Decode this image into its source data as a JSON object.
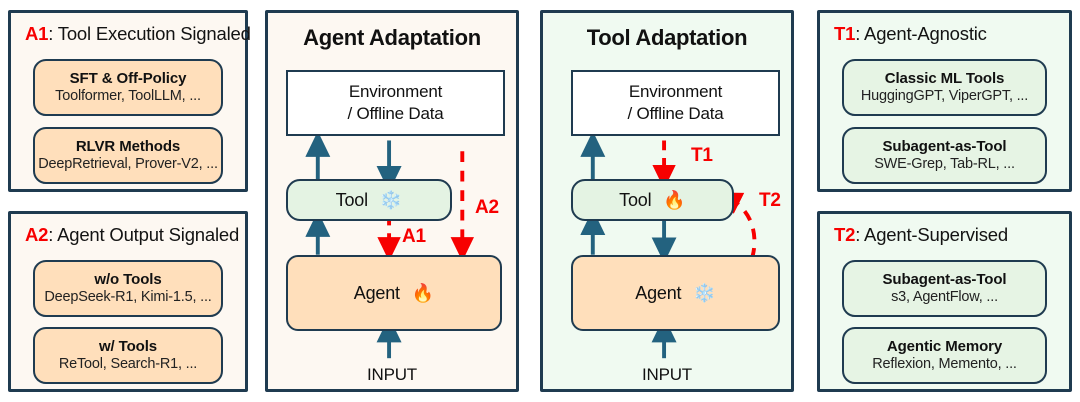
{
  "colors": {
    "accent_red": "#f70000",
    "arrow_blue": "#23627f",
    "border_navy": "#1f3b50",
    "peach_card": "#ffdfbb",
    "mint_card": "#e6f4e4",
    "panel_cream": "#fdf8f2",
    "panel_mint": "#f0faf1"
  },
  "panels": {
    "a1": {
      "tag": "A1",
      "title": ": Tool Execution Signaled",
      "cards": [
        {
          "title": "SFT & Off-Policy",
          "sub": "Toolformer, ToolLLM, ..."
        },
        {
          "title": "RLVR Methods",
          "sub": "DeepRetrieval, Prover-V2, ..."
        }
      ]
    },
    "a2": {
      "tag": "A2",
      "title": ": Agent Output Signaled",
      "cards": [
        {
          "title": "w/o Tools",
          "sub": "DeepSeek-R1, Kimi-1.5, ..."
        },
        {
          "title": "w/ Tools",
          "sub": "ReTool, Search-R1, ..."
        }
      ]
    },
    "t1": {
      "tag": "T1",
      "title": ": Agent-Agnostic",
      "cards": [
        {
          "title": "Classic ML Tools",
          "sub": "HuggingGPT, ViperGPT, ..."
        },
        {
          "title": "Subagent-as-Tool",
          "sub": "SWE-Grep, Tab-RL, ..."
        }
      ]
    },
    "t2": {
      "tag": "T2",
      "title": ": Agent-Supervised",
      "cards": [
        {
          "title": "Subagent-as-Tool",
          "sub": "s3, AgentFlow, ..."
        },
        {
          "title": "Agentic Memory",
          "sub": "Reflexion, Memento, ..."
        }
      ]
    }
  },
  "agent_adaptation": {
    "title": "Agent Adaptation",
    "env_line1": "Environment",
    "env_line2": "/ Offline Data",
    "tool_label": "Tool",
    "tool_icon": "❄️",
    "tool_icon_name": "snowflake-frozen-icon",
    "agent_label": "Agent",
    "agent_icon": "🔥",
    "agent_icon_name": "flame-trainable-icon",
    "input_label": "INPUT",
    "edge_a1": "A1",
    "edge_a2": "A2"
  },
  "tool_adaptation": {
    "title": "Tool Adaptation",
    "env_line1": "Environment",
    "env_line2": "/ Offline Data",
    "tool_label": "Tool",
    "tool_icon": "🔥",
    "tool_icon_name": "flame-trainable-icon",
    "agent_label": "Agent",
    "agent_icon": "❄️",
    "agent_icon_name": "snowflake-frozen-icon",
    "input_label": "INPUT",
    "edge_t1": "T1",
    "edge_t2": "T2"
  }
}
